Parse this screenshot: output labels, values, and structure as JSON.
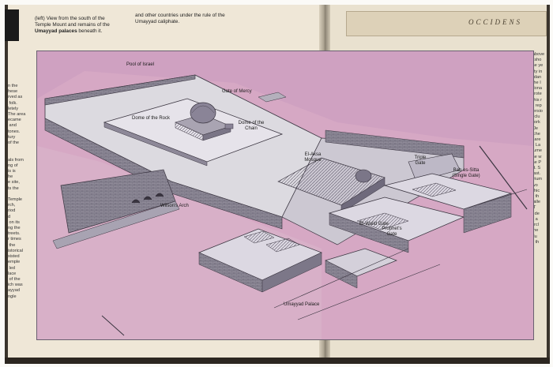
{
  "captions": {
    "left_caption_prefix": "(left)",
    "left_caption_body": " View from the south of the Temple Mount and remains of the ",
    "left_caption_bold": "Umayyad palaces",
    "left_caption_suffix": " beneath it.",
    "middle_caption": "and other countries under the rule of the Umayyad caliphate."
  },
  "edge_text_left": "n the\nhese\nrved as\n folk.\nletely\nThe area\necame\n and\ntones.\ntury\nof the\n\n\nals from\nng of\nis is\nhe\ne site,\nts the\n\nTemple\nrch,\nriod\nd\n on its\nng the\ntreets.\nr times\n the\nistorical\nxisted\nemple\n led\nlace\n of the\nich was\nayyad\nngle",
  "edge_text_right": "(above\nbisho\nthe ye\ncity in\nAdan\nThe I\nMona\nwrote\nThis r\nis rep\nversio\ninclu\nwork\n  Je\nsche\nit are\nin La\nnume\nthe w\nthe P\nSt. S\neast.\nTrium\ntwo\nwhic\nis th\nValle\n  T\na de\nis a\ncircl\n the\nMu\nis th",
  "edge_text_right_bold": "Adan",
  "ribbon_text": "OCCIDENS",
  "labels": {
    "pool_of_israel": "Pool of Israel",
    "gate_of_mercy": "Gate of Mercy",
    "dome_of_the_rock": "Dome of the Rock",
    "dome_of_the_chain": "Dome of the Chain",
    "el_aqsa_mosque": "El-Aksa Mosque",
    "triple_gate": "Triple Gate",
    "bab_es_sitta": "Bab es-Sitta (Single Gate)",
    "prophets_gate": "Prophet's Gate",
    "el_walid_gate": "El-Walid Gate",
    "wilsons_arch": "Wilson's Arch",
    "umayyad_palace": "Umayyad Palace"
  },
  "colors": {
    "ground_pink": "#d4a3c0",
    "platform": "#dad6de",
    "wall_dark": "#6d6878",
    "line": "#3a3540"
  }
}
